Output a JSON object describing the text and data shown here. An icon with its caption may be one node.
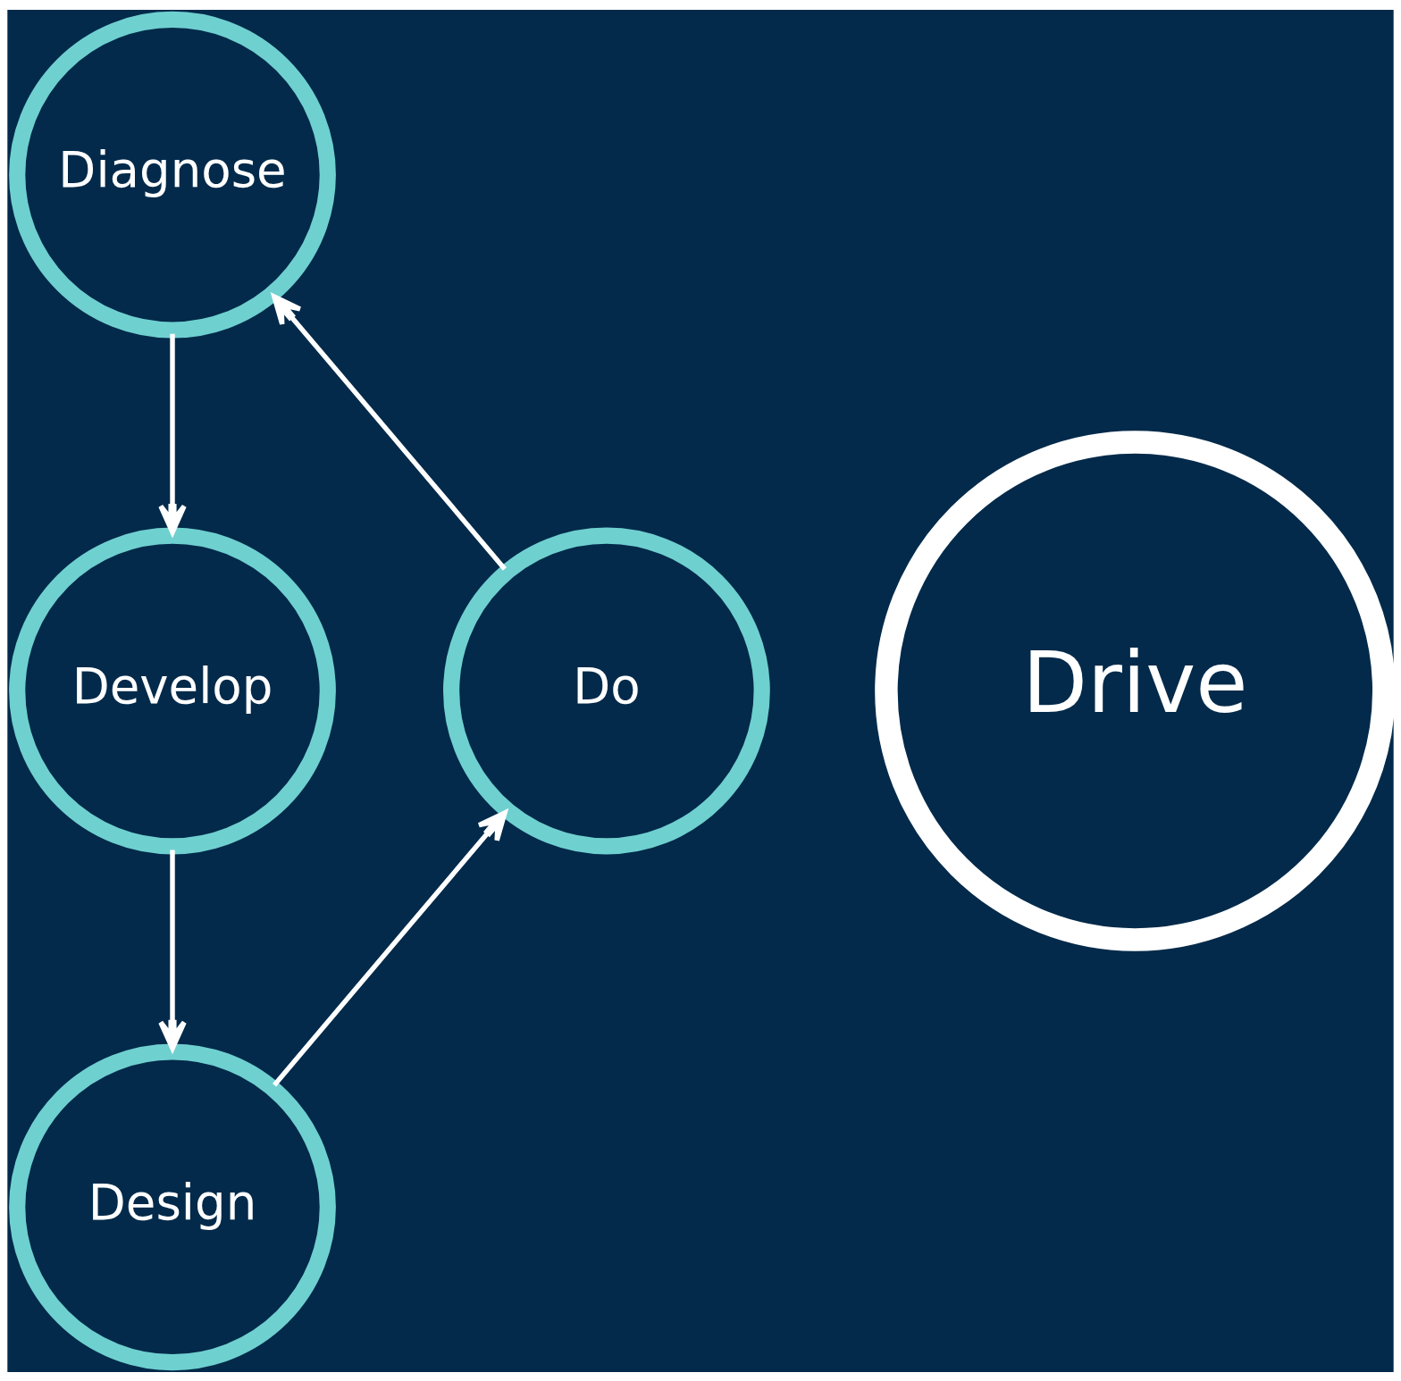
{
  "diagram": {
    "nodes": [
      {
        "text": [
          "Diagnose"
        ]
      },
      {
        "text": [
          "Develop"
        ]
      },
      {
        "text": [
          "Design"
        ]
      },
      {
        "text": [
          "Do"
        ]
      },
      {
        "text": [
          "Drive"
        ]
      }
    ],
    "edges": [
      {
        "from": 0,
        "to": 1,
        "arrow": "to"
      },
      {
        "from": 1,
        "to": 2,
        "arrow": "to"
      },
      {
        "from": 2,
        "to": 3,
        "arrow": "to"
      },
      {
        "from": 3,
        "to": 0,
        "arrow": "to"
      }
    ]
  }
}
